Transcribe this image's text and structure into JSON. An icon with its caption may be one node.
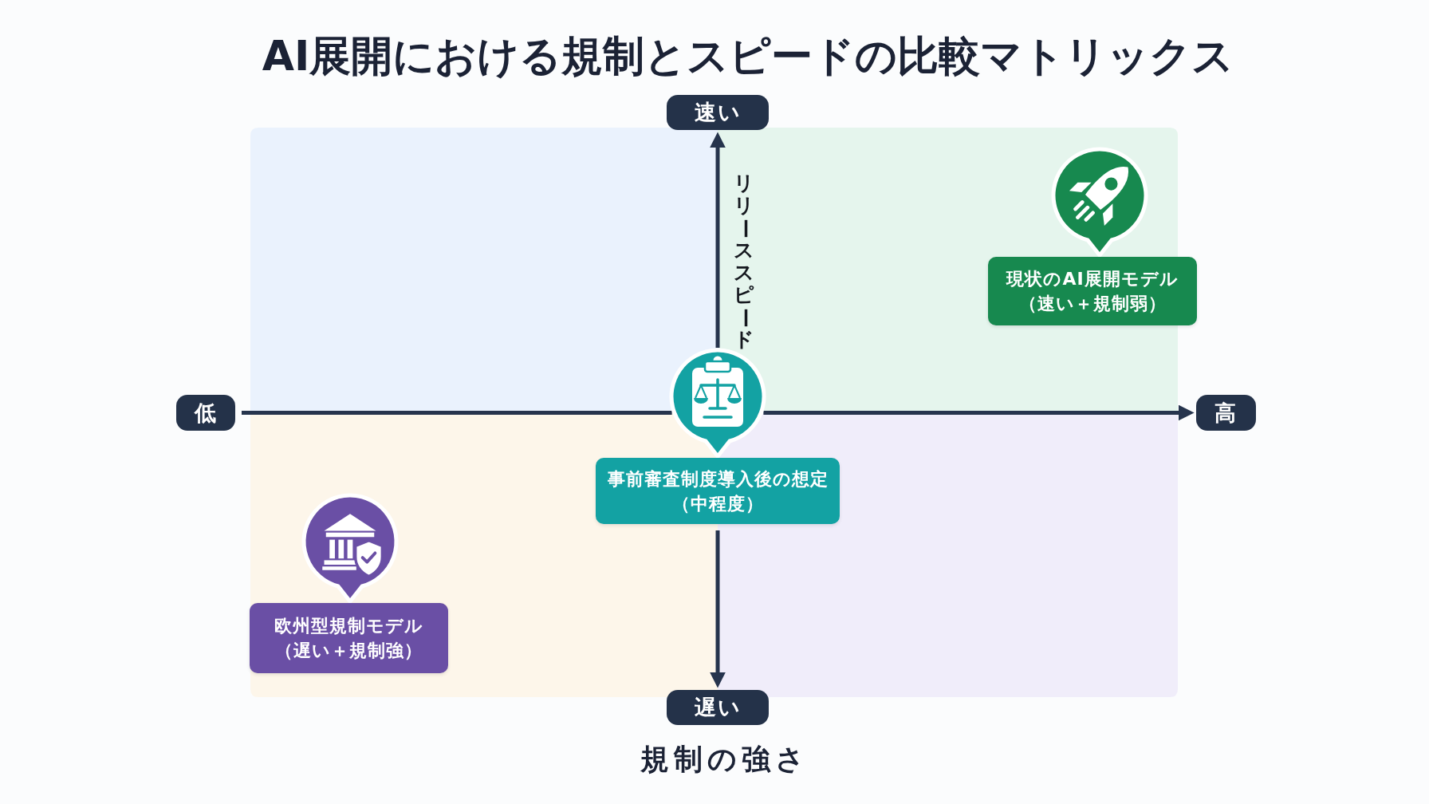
{
  "diagram": {
    "title": "AI展開における規制とスピードの比較マトリックス",
    "nodes": [
      {
        "text": [
          "速い"
        ]
      },
      {
        "text": [
          "現状のAI展開モデル",
          "（速い＋規制弱）"
        ]
      },
      {
        "text": [
          "低"
        ]
      },
      {
        "text": [],
        "shape": "picture"
      },
      {
        "text": [
          "高"
        ]
      },
      {
        "text": [
          "事前審査制度導入後の想定",
          "（中程度）"
        ]
      },
      {
        "text": [
          "欧州型規制モデル",
          "（遅い＋規制強）"
        ]
      },
      {
        "text": [
          "遅い"
        ]
      }
    ],
    "edges": [
      {
        "from": 2,
        "to": 3,
        "arrow": "none"
      },
      {
        "from": 3,
        "to": 4,
        "arrow": "to"
      },
      {
        "from": 3,
        "to": 0,
        "arrow": "to"
      },
      {
        "from": 5,
        "to": 7,
        "arrow": "to"
      }
    ],
    "labels": [
      "リリーススピード",
      "規制の強さ"
    ]
  }
}
